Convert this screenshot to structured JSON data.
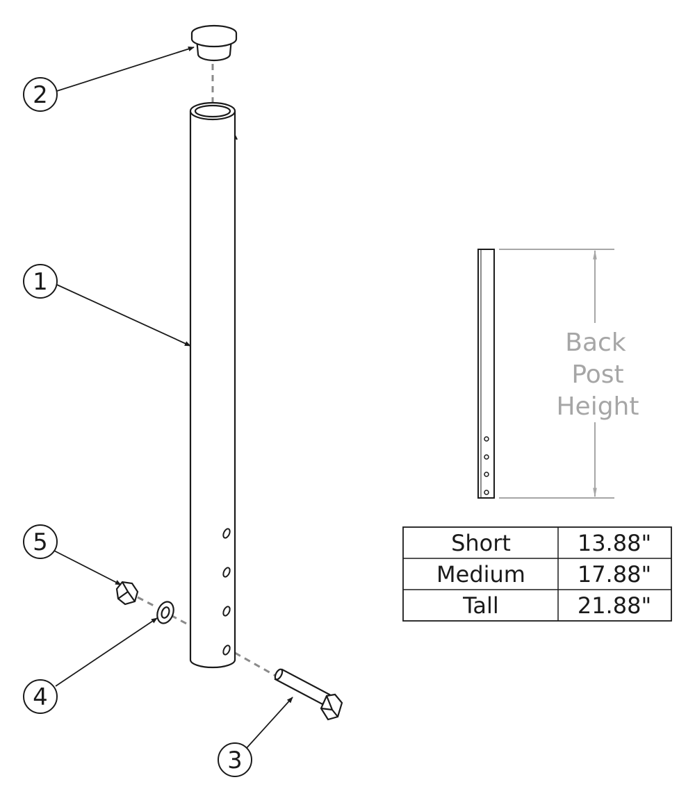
{
  "callouts": [
    "1",
    "2",
    "3",
    "4",
    "5"
  ],
  "dimension_label": [
    "Back",
    "Post",
    "Height"
  ],
  "sizes": [
    {
      "size": "Short",
      "height": "13.88\""
    },
    {
      "size": "Medium",
      "height": "17.88\""
    },
    {
      "size": "Tall",
      "height": "21.88\""
    }
  ],
  "colors": {
    "line": "#1a1a1a",
    "dimension": "#a6a6a6",
    "leader_dash": "#8a8a8a"
  }
}
